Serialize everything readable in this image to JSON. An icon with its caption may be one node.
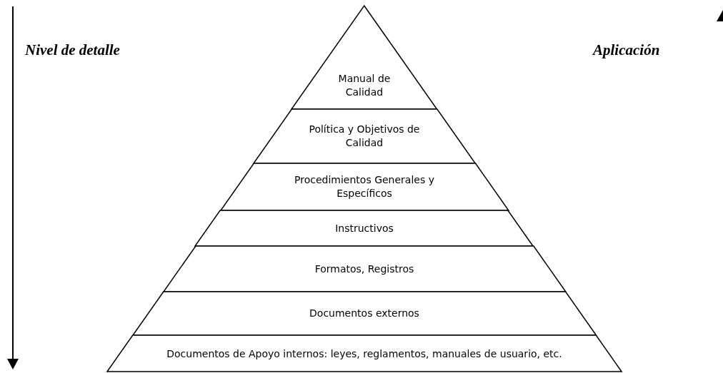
{
  "diagram": {
    "nodes": [
      {
        "text": [
          "Manual de Calidad"
        ]
      },
      {
        "text": [
          "Política y Objetivos de Calidad"
        ]
      },
      {
        "text": [
          "Procedimientos Generales y Específicos"
        ]
      },
      {
        "text": [
          "Instructivos"
        ]
      },
      {
        "text": [
          "Formatos, Registros"
        ]
      },
      {
        "text": [
          "Documentos externos"
        ]
      },
      {
        "text": [
          "Documentos de Apoyo internos: leyes, reglamentos, manuales de usuario, etc."
        ]
      }
    ],
    "edges": [],
    "labels": [
      "Nivel de detalle",
      "Aplicación"
    ]
  }
}
